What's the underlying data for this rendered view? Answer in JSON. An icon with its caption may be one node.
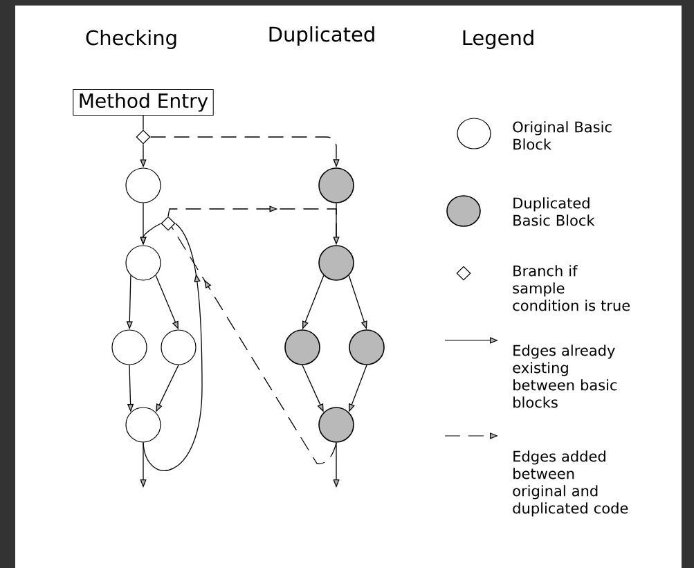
{
  "diagram": {
    "nodes": [
      {
        "text": [
          "Method Entry"
        ]
      },
      {
        "text": [],
        "shape": "diamond"
      },
      {
        "text": [],
        "shape": "circle"
      },
      {
        "text": [],
        "shape": "diamond"
      },
      {
        "text": [],
        "shape": "circle"
      },
      {
        "text": [],
        "shape": "circle"
      },
      {
        "text": [],
        "shape": "circle"
      },
      {
        "text": [],
        "shape": "circle"
      },
      {
        "text": [],
        "shape": "circle"
      },
      {
        "text": [],
        "shape": "circle"
      },
      {
        "text": [],
        "shape": "circle"
      },
      {
        "text": [],
        "shape": "circle"
      },
      {
        "text": [],
        "shape": "circle"
      }
    ],
    "edges": [
      {
        "from": 0,
        "to": 1,
        "arrow": "none"
      },
      {
        "from": 1,
        "to": 2,
        "arrow": "to"
      },
      {
        "from": 1,
        "to": 8,
        "arrow": "to",
        "style": "dashed"
      },
      {
        "from": 2,
        "to": 4,
        "arrow": "to"
      },
      {
        "from": 3,
        "to": 4,
        "arrow": "to"
      },
      {
        "from": 3,
        "to": 9,
        "arrow": "to",
        "style": "dashed"
      },
      {
        "from": 4,
        "to": 5,
        "arrow": "to"
      },
      {
        "from": 4,
        "to": 6,
        "arrow": "to"
      },
      {
        "from": 5,
        "to": 7,
        "arrow": "to"
      },
      {
        "from": 6,
        "to": 7,
        "arrow": "to"
      },
      {
        "from": 7,
        "to": 3,
        "arrow": "to"
      },
      {
        "from": 7,
        "to": null,
        "arrow": "to"
      },
      {
        "from": 8,
        "to": 9,
        "arrow": "to"
      },
      {
        "from": 9,
        "to": 10,
        "arrow": "to"
      },
      {
        "from": 9,
        "to": 11,
        "arrow": "to"
      },
      {
        "from": 10,
        "to": 12,
        "arrow": "to"
      },
      {
        "from": 11,
        "to": 12,
        "arrow": "to"
      },
      {
        "from": 12,
        "to": 3,
        "arrow": "to",
        "style": "dashed"
      },
      {
        "from": 12,
        "to": null,
        "arrow": "to"
      }
    ],
    "labels": [
      "Checking",
      "Duplicated",
      "Legend"
    ],
    "legend": [
      {
        "text": "Original Basic Block"
      },
      {
        "text": "Duplicated Basic Block"
      },
      {
        "text": "Branch if sample condition is true"
      },
      {
        "text": "Edges already existing between basic blocks"
      },
      {
        "text": "Edges added between original and duplicated code"
      }
    ]
  }
}
